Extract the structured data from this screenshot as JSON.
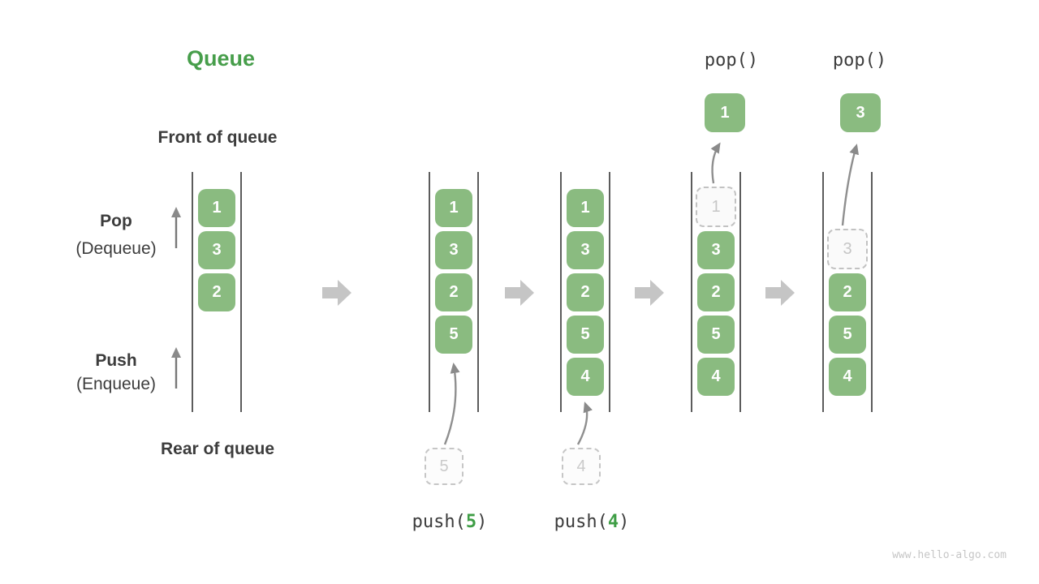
{
  "title": "Queue",
  "side_labels": {
    "front": "Front of queue",
    "rear": "Rear of queue",
    "pop": "Pop",
    "pop_sub": "(Dequeue)",
    "push": "Push",
    "push_sub": "(Enqueue)"
  },
  "states": [
    {
      "cells": [
        "1",
        "3",
        "2"
      ]
    },
    {
      "cells": [
        "1",
        "3",
        "2",
        "5"
      ],
      "staged": "5",
      "op": {
        "pre": "push(",
        "num": "5",
        "post": ")"
      }
    },
    {
      "cells": [
        "1",
        "3",
        "2",
        "5",
        "4"
      ],
      "staged": "4",
      "op": {
        "pre": "push(",
        "num": "4",
        "post": ")"
      }
    },
    {
      "cells": [
        "3",
        "2",
        "5",
        "4"
      ],
      "dashed": "1",
      "popped": "1",
      "op_label": "pop()"
    },
    {
      "cells": [
        "2",
        "5",
        "4"
      ],
      "dashed": "3",
      "popped": "3",
      "op_label": "pop()"
    }
  ],
  "watermark": "www.hello-algo.com",
  "colors": {
    "cell_green": "#8abb80",
    "title_green": "#479e4b",
    "text_dark": "#3c3c3c",
    "block_arrow_gray": "#c5c5c5",
    "line_arrow_gray": "#8a8a8a",
    "rail_gray": "#5c5c5c"
  }
}
